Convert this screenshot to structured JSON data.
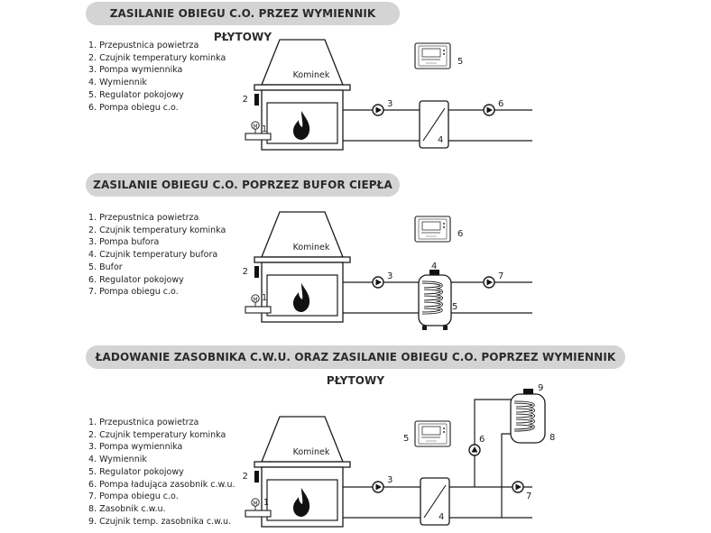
{
  "sections": [
    {
      "title": "ZASILANIE OBIEGU C.O. PRZEZ WYMIENNIK PŁYTOWY",
      "legend": [
        "1. Przepustnica powietrza",
        "2. Czujnik temperatury kominka",
        "3. Pompa wymiennika",
        "4. Wymiennik",
        "5. Regulator pokojowy",
        "6. Pompa obiegu c.o."
      ],
      "fireplace_label": "Kominek",
      "numbers": {
        "damper": "1",
        "sensor": "2",
        "pump_a": "3",
        "device": "4",
        "controller": "5",
        "pump_b": "6"
      }
    },
    {
      "title": "ZASILANIE OBIEGU C.O. POPRZEZ BUFOR CIEPŁA",
      "legend": [
        "1. Przepustnica powietrza",
        "2. Czujnik temperatury kominka",
        "3. Pompa bufora",
        "4. Czujnik temperatury bufora",
        "5. Bufor",
        "6. Regulator pokojowy",
        "7. Pompa obiegu c.o."
      ],
      "fireplace_label": "Kominek",
      "numbers": {
        "damper": "1",
        "sensor": "2",
        "pump_a": "3",
        "buffer_sensor": "4",
        "device": "5",
        "controller": "6",
        "pump_b": "7"
      }
    },
    {
      "title": "ŁADOWANIE ZASOBNIKA C.W.U. ORAZ ZASILANIE OBIEGU C.O. POPRZEZ WYMIENNIK PŁYTOWY",
      "legend": [
        "1. Przepustnica powietrza",
        "2. Czujnik temperatury kominka",
        "3. Pompa wymiennika",
        "4. Wymiennik",
        "5. Regulator pokojowy",
        "6. Pompa ładująca zasobnik c.w.u.",
        "7. Pompa obiegu c.o.",
        "8. Zasobnik c.w.u.",
        "9. Czujnik temp. zasobnika c.w.u."
      ],
      "fireplace_label": "Kominek",
      "numbers": {
        "damper": "1",
        "sensor": "2",
        "pump_a": "3",
        "device": "4",
        "controller": "5",
        "pump_c": "6",
        "pump_b": "7",
        "tank": "8",
        "tank_sensor": "9"
      }
    }
  ],
  "damper_symbol": "M",
  "colors": {
    "banner": "#d4d4d4",
    "line": "#1a1a1a",
    "text": "#222222"
  }
}
